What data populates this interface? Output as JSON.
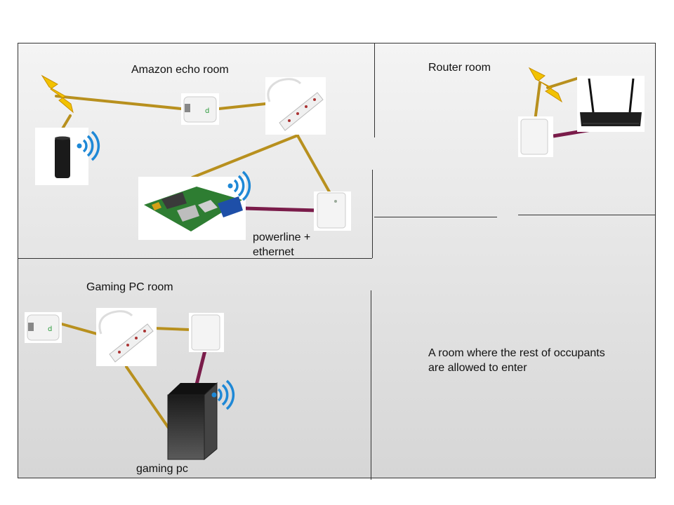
{
  "rooms": {
    "echo_room": "Amazon echo room",
    "router_room": "Router room",
    "gaming_room": "Gaming PC room",
    "other_room": "A room where the rest of occupants are allowed to enter"
  },
  "annotations": {
    "powerline": "powerline + ethernet",
    "gaming_pc": "gaming pc"
  },
  "colors": {
    "power_wire": "#b8901e",
    "ethernet_wire": "#7a1c4a",
    "wifi": "#1e88d6",
    "lightning": "#f2c200"
  },
  "icons": {
    "mains": "lightning-icon",
    "smart_plug": "smart-plug-icon",
    "power_strip": "power-strip-icon",
    "echo": "amazon-echo-icon",
    "pi": "raspberry-pi-icon",
    "powerline": "powerline-adapter-icon",
    "router": "router-icon",
    "pc": "gaming-pc-icon",
    "wifi": "wifi-icon"
  }
}
